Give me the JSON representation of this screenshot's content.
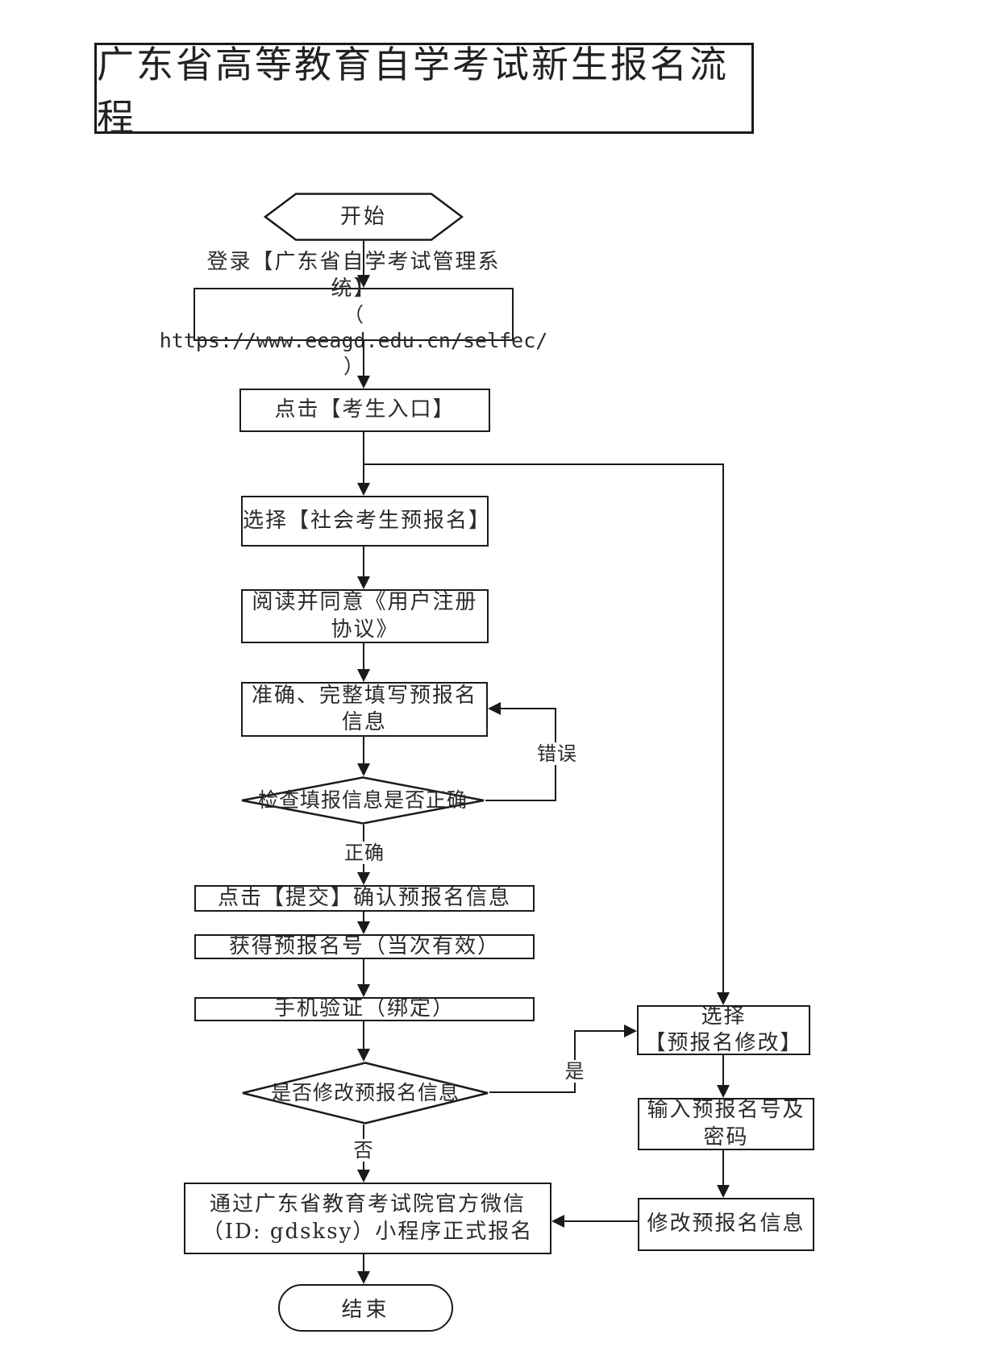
{
  "title": "广东省高等教育自学考试新生报名流程",
  "flow": {
    "start": "开始",
    "login": {
      "line1": "登录【广东省自学考试管理系统】",
      "line2": "（ https://www.eeagd.edu.cn/selfec/ ）"
    },
    "entry": "点击【考生入口】",
    "choose_social": "选择【社会考生预报名】",
    "agreement": "阅读并同意《用户注册协议》",
    "fill": "准确、完整填写预报名信息",
    "check": "检查填报信息是否正确",
    "submit": "点击【提交】确认预报名信息",
    "number": "获得预报名号（当次有效）",
    "phone": "手机验证（绑定）",
    "modify_q": "是否修改预报名信息",
    "wechat": {
      "line1": "通过广东省教育考试院官方微信",
      "line2": "（ID: gdsksy）小程序正式报名"
    },
    "end": "结束"
  },
  "side": {
    "choose_modify": {
      "line1": "选择",
      "line2": "【预报名修改】"
    },
    "input_creds": {
      "line1": "输入预报名号及",
      "line2": "密码"
    },
    "modify_info": "修改预报名信息"
  },
  "labels": {
    "correct": "正确",
    "error": "错误",
    "yes": "是",
    "no": "否"
  },
  "colors": {
    "line": "#1a1a1a",
    "text": "#2a2a2a",
    "background": "#ffffff"
  }
}
